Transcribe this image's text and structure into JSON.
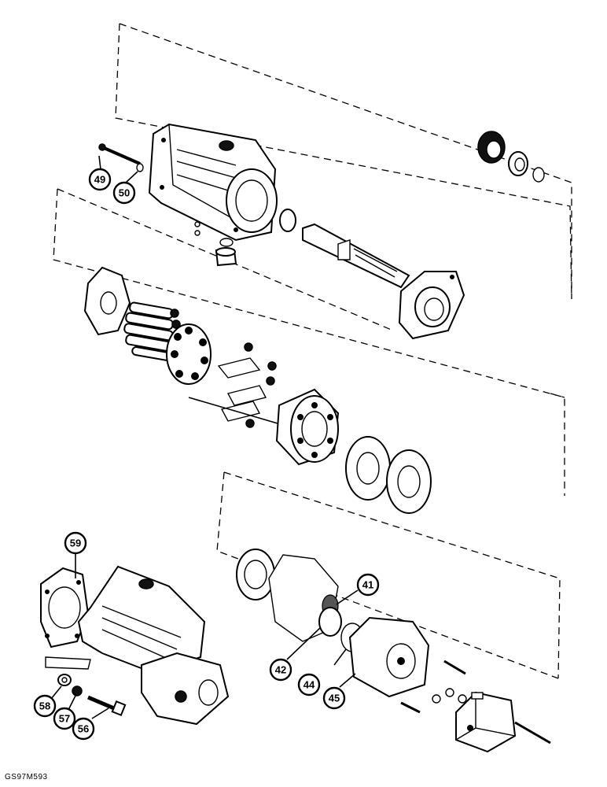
{
  "callouts": {
    "c49": "49",
    "c50": "50",
    "c59": "59",
    "c41": "41",
    "c42": "42",
    "c44": "44",
    "c45": "45",
    "c58": "58",
    "c57": "57",
    "c56": "56"
  },
  "figure_ref": "GS97M593"
}
